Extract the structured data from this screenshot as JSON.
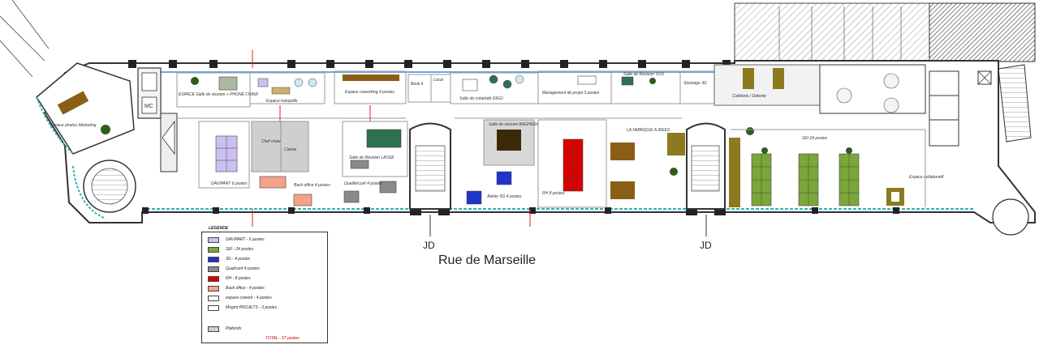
{
  "street": "Rue de Marseille",
  "jd_left": "JD",
  "jd_right": "JD",
  "rooms": {
    "espace_photos": "Espace photos Marketing",
    "mc": "MC",
    "espace_reunion": "ESPACE Salle de réunion + PHONE CHAIR",
    "tranquille": "Espace tranquille",
    "coworking": "Espace coworking 4 postes",
    "book": "Book it",
    "local": "Local",
    "creativite": "Salle de créativité DIGO",
    "management": "Management de projet 3 postes",
    "reunion_vox": "Salle de Réunion VOX",
    "stockage": "Stockage 3G",
    "cafeteria": "Cafétéria / Détente",
    "dav": "DAV/PART 6 postes",
    "chef": "Chef chaw",
    "caisse": "Caisse",
    "reunion_lasse": "Salle de Réunion LASSE",
    "backoffice": "Back office 4 postes",
    "qualite": "Qualité/conf 4 postes",
    "baghera": "Salle de réunion BAGHERA",
    "atelier": "Atelier 3G 4 postes",
    "rh": "RH 8 postes",
    "fabrique": "LA FABRIQUE A IDEES",
    "sei": "SEI 24 postes",
    "collaboratif": "Espace collaboratif"
  },
  "legend": {
    "title": "LEGENDE",
    "items": [
      {
        "label": "DAV/PART - 6 postes",
        "color": "#ccc0f0"
      },
      {
        "label": "SEI - 24 postes",
        "color": "#7aa63a"
      },
      {
        "label": "3G - 4 postes",
        "color": "#1f35c9"
      },
      {
        "label": "Qual/conf 4 postes",
        "color": "#8a8a8a"
      },
      {
        "label": "RH - 8 postes",
        "color": "#d90000"
      },
      {
        "label": "Back office - 4 postes",
        "color": "#f2a388"
      },
      {
        "label": "espace cowork - 4 postes",
        "color": "#ffffff"
      },
      {
        "label": "Mngmt PROJETS - 3 postes",
        "color": "#ffffff"
      },
      {
        "label": "Plafonds",
        "color": "#cfcfcf"
      }
    ],
    "total": "TOTAL - 57 postes"
  },
  "colors": {
    "wall": "#333333",
    "window": "#6aa8e6",
    "glass": "#2bb5b5",
    "purple": "#ccc0f0",
    "green": "#7aa63a",
    "blue": "#1f35c9",
    "grey": "#8a8a8a",
    "red": "#d90000",
    "salmon": "#f2a388",
    "wood": "#8b5e16",
    "olive": "#8c7a1e",
    "plant": "#2f5e1c",
    "hatch": "#c8c8c8"
  }
}
